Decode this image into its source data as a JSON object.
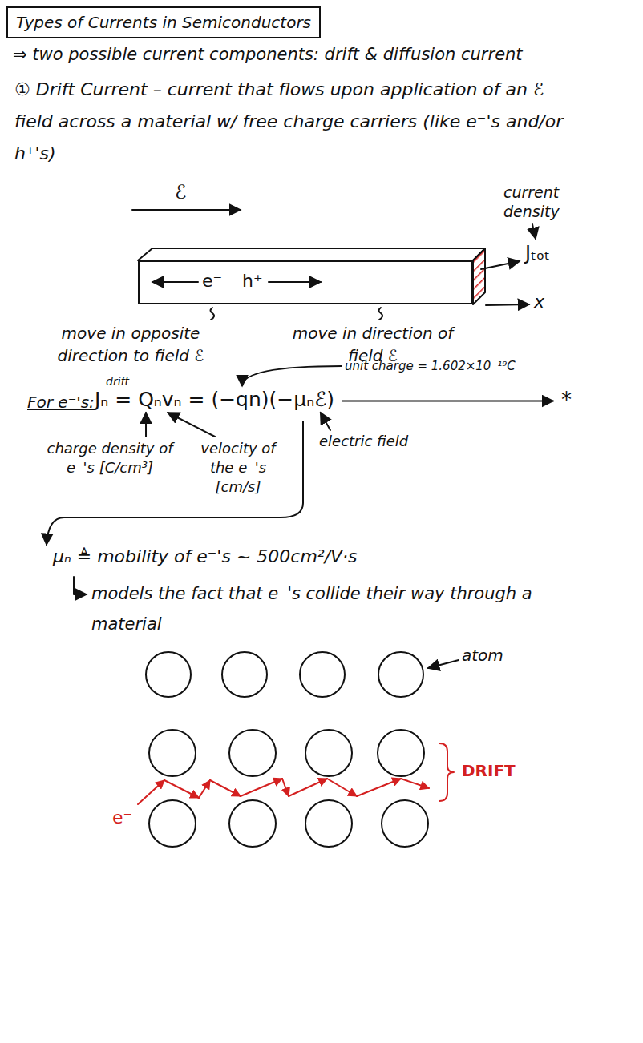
{
  "diagram": {
    "title": "Types of Currents in Semiconductors",
    "nodes": [
      {
        "text": [
          "e⁻",
          "h⁺"
        ]
      }
    ],
    "labels": [
      "⇒ two possible current components: drift & diffusion current",
      "① Drift Current – current that flows upon application of an ℰ field across a material w/ free charge carriers (like e⁻'s and/or h⁺'s)",
      "ℰ",
      "current density",
      "Jₜₒₜ",
      "x",
      "move in opposite direction to field ℰ",
      "move in direction of field ℰ",
      "unit charge = 1.602×10⁻¹⁹C",
      "For e⁻'s:",
      "drift",
      "Jₙ = Qₙvₙ = (−qn)(−μₙℰ)",
      "*",
      "charge density of e⁻'s [C/cm³]",
      "velocity of the e⁻'s [cm/s]",
      "electric field",
      "μₙ ≜ mobility of e⁻'s ~ 500cm²/V·s",
      "models the fact that e⁻'s collide their way through a material",
      "atom",
      "e⁻",
      "DRIFT"
    ]
  }
}
